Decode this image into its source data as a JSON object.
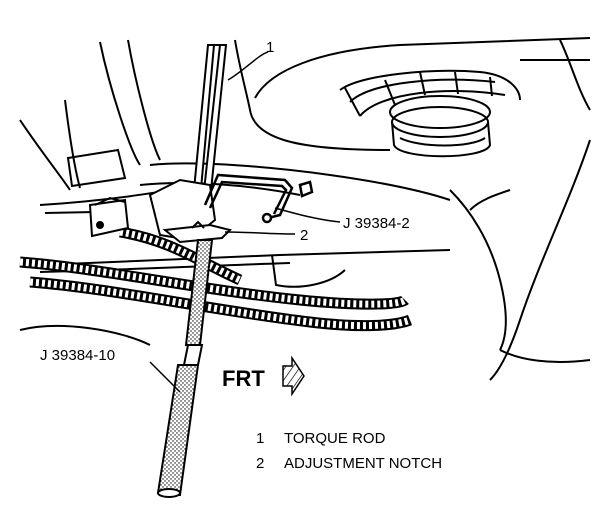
{
  "callouts": {
    "torque_rod_number": "1",
    "notch_number": "2",
    "tool_upper": "J 39384-2",
    "tool_lower": "J 39384-10"
  },
  "direction": {
    "label": "FRT",
    "icon": "right-arrow-icon"
  },
  "legend": [
    {
      "number": "1",
      "text": "TORQUE ROD"
    },
    {
      "number": "2",
      "text": "ADJUSTMENT NOTCH"
    }
  ]
}
